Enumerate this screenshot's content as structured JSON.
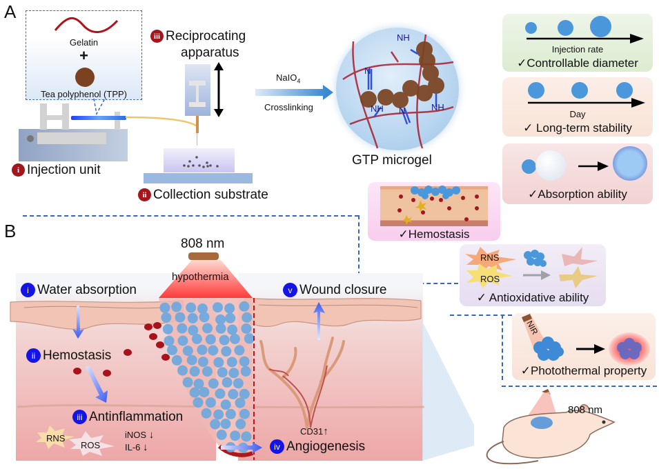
{
  "panel_a": {
    "letter": "A",
    "inset": {
      "gelatin": "Gelatin",
      "plus": "+",
      "tpp": "Tea polyphenol (TPP)"
    },
    "steps": [
      {
        "num": "i",
        "label": "Injection unit"
      },
      {
        "num": "ii",
        "label": "Collection substrate"
      },
      {
        "num": "iii",
        "label_line1": "Reciprocating",
        "label_line2": "apparatus"
      }
    ],
    "reaction": {
      "reagent": "NaIO",
      "reagent_sub": "4",
      "process": "Crosslinking"
    },
    "microgel": {
      "label": "GTP microgel",
      "bonds": [
        "NH",
        "N",
        "NH",
        "N",
        "NH"
      ]
    }
  },
  "properties": [
    {
      "id": "diameter",
      "axis_label": "Injection rate",
      "caption": "Controllable diameter",
      "bg": "#e3efdc"
    },
    {
      "id": "stability",
      "axis_label": "Day",
      "caption": "Long-term stability",
      "bg": "#fbe6dc"
    },
    {
      "id": "absorption",
      "caption": "Absorption ability",
      "bg": "#f5dcdc"
    },
    {
      "id": "hemostasis",
      "caption": "Hemostasis",
      "bg": "#fbd9f3"
    },
    {
      "id": "antioxidative",
      "caption": "Antioxidative ability",
      "tags": [
        "RNS",
        "ROS"
      ],
      "bg": "#ece6f3"
    },
    {
      "id": "photothermal",
      "caption": "Photothermal property",
      "tag": "NIR",
      "bg": "#fbe9e1"
    }
  ],
  "check": "✓",
  "panel_b": {
    "letter": "B",
    "laser": "808 nm",
    "laser_effect": "hypothermia",
    "steps": [
      {
        "num": "i",
        "label": "Water absorption"
      },
      {
        "num": "ii",
        "label": "Hemostasis"
      },
      {
        "num": "iii",
        "label": "Antinflammation"
      },
      {
        "num": "iv",
        "label": "Angiogenesis"
      },
      {
        "num": "v",
        "label": "Wound closure"
      }
    ],
    "inflammation": {
      "species": [
        "RNS",
        "ROS"
      ],
      "markers": [
        {
          "name": "iNOS",
          "trend": "down"
        },
        {
          "name": "IL-6",
          "trend": "down"
        }
      ]
    },
    "angiogenesis_marker": {
      "name": "CD31",
      "trend": "up"
    },
    "mouse_laser": "808 nm"
  },
  "colors": {
    "badge_red": "#a3161c",
    "badge_blue": "#1414e6",
    "dash": "#3a66b8",
    "microsphere": "#4a97dc",
    "tpp": "#7a4220"
  }
}
